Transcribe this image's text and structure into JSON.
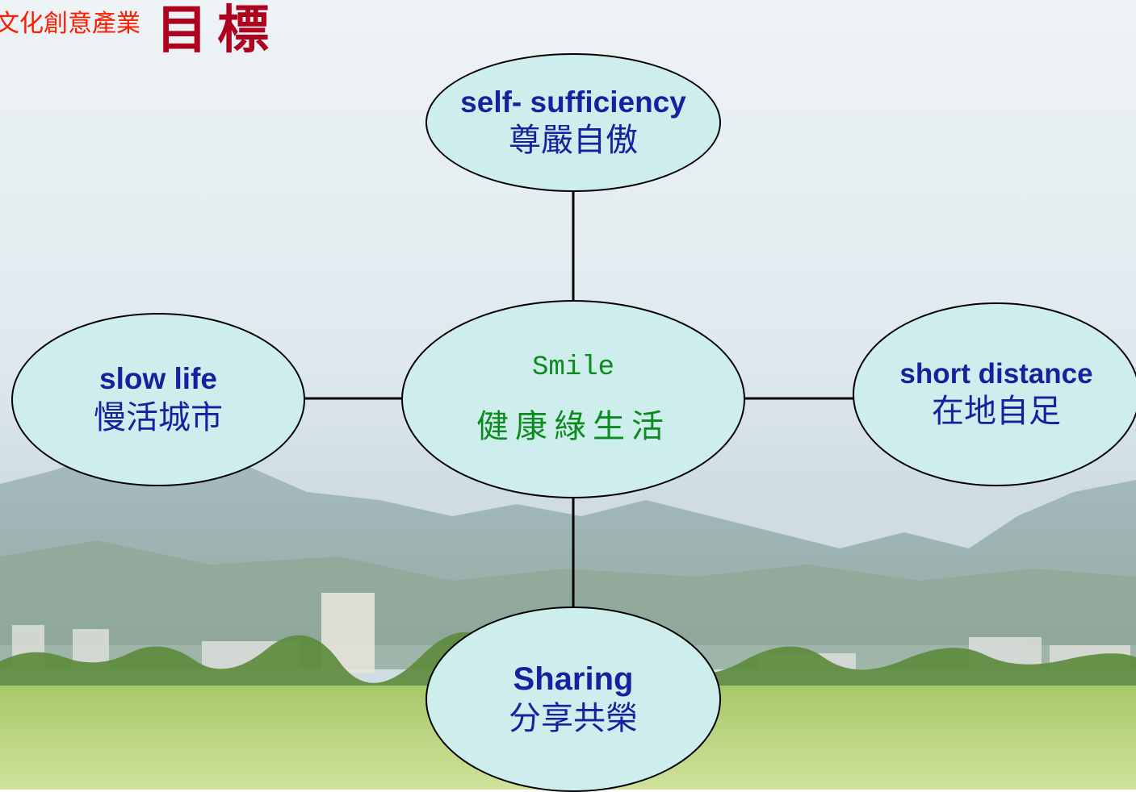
{
  "title": {
    "prefix": "文化創意產業",
    "main": "目標"
  },
  "center": {
    "label_en": "Smile",
    "label_zh": "健康綠生活"
  },
  "nodes": {
    "top": {
      "label_en": "self- sufficiency",
      "label_zh": "尊嚴自傲"
    },
    "left": {
      "label_en": "slow life",
      "label_zh": "慢活城市"
    },
    "right": {
      "label_en": "short distance",
      "label_zh": "在地自足"
    },
    "bottom": {
      "label_en": "Sharing",
      "label_zh": "分享共榮"
    }
  },
  "colors": {
    "node_fill": "#cdeeed",
    "node_text": "#1a1fa0",
    "center_text": "#0b8a1e",
    "title_red": "#ff1a00",
    "title_dark_red": "#b00020"
  }
}
